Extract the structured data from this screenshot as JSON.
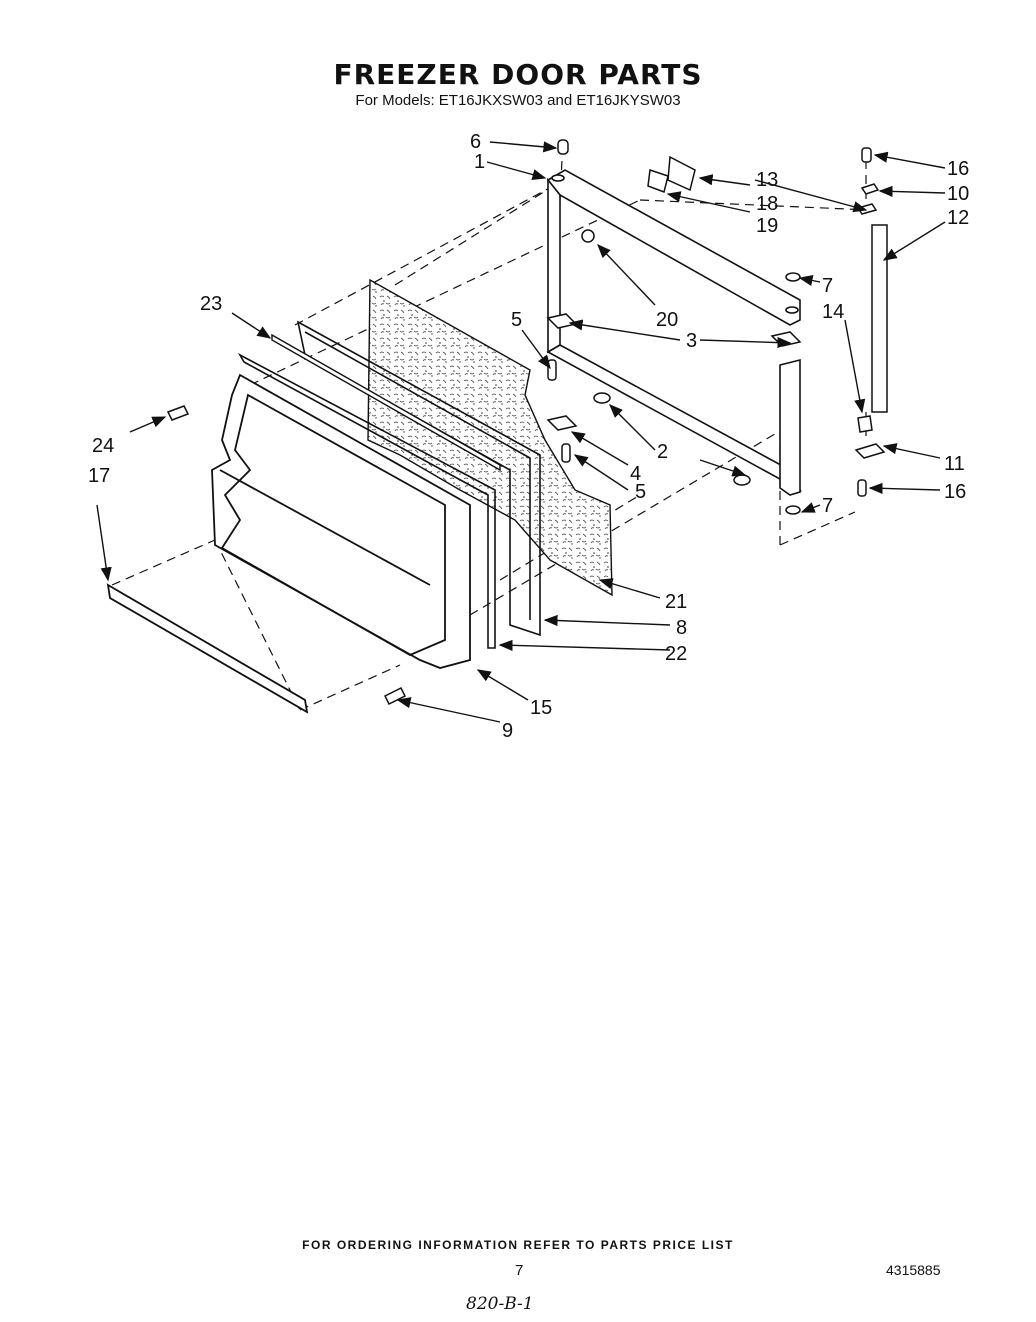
{
  "header": {
    "title": "FREEZER DOOR PARTS",
    "subtitle": "For Models: ET16JKXSW03 and ET16JKYSW03"
  },
  "callouts": [
    "1",
    "2",
    "3",
    "4",
    "5",
    "5",
    "6",
    "7",
    "7",
    "8",
    "9",
    "10",
    "11",
    "12",
    "13",
    "14",
    "15",
    "16",
    "16",
    "17",
    "18",
    "19",
    "20",
    "21",
    "22",
    "23",
    "24"
  ],
  "footer": {
    "ordering_note": "FOR ORDERING INFORMATION REFER TO PARTS PRICE LIST",
    "page_number": "7",
    "document_number": "4315885",
    "handwritten_note": "820-B-1"
  }
}
